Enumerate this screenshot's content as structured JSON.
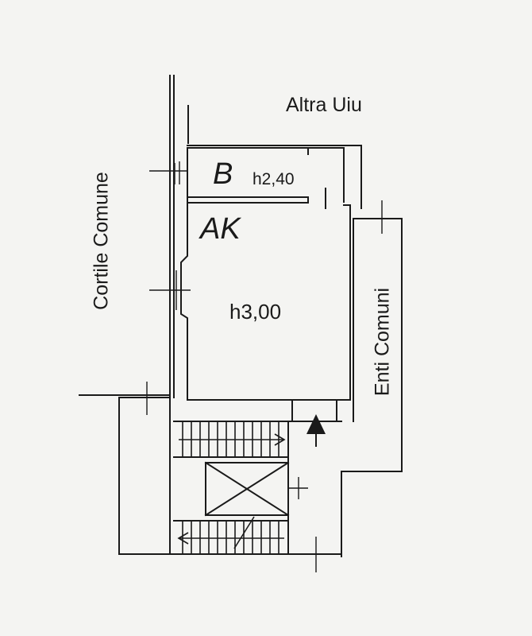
{
  "plan": {
    "neighbor_north_label": "Altra Uiu",
    "courtyard_label": "Cortile Comune",
    "common_areas_label": "Enti Comuni",
    "room_b": {
      "name": "B",
      "height": "h2,40"
    },
    "room_ak": {
      "name": "AK",
      "height": "h3,00"
    }
  },
  "colors": {
    "ink": "#1a1a1a",
    "paper": "#f4f4f2"
  }
}
